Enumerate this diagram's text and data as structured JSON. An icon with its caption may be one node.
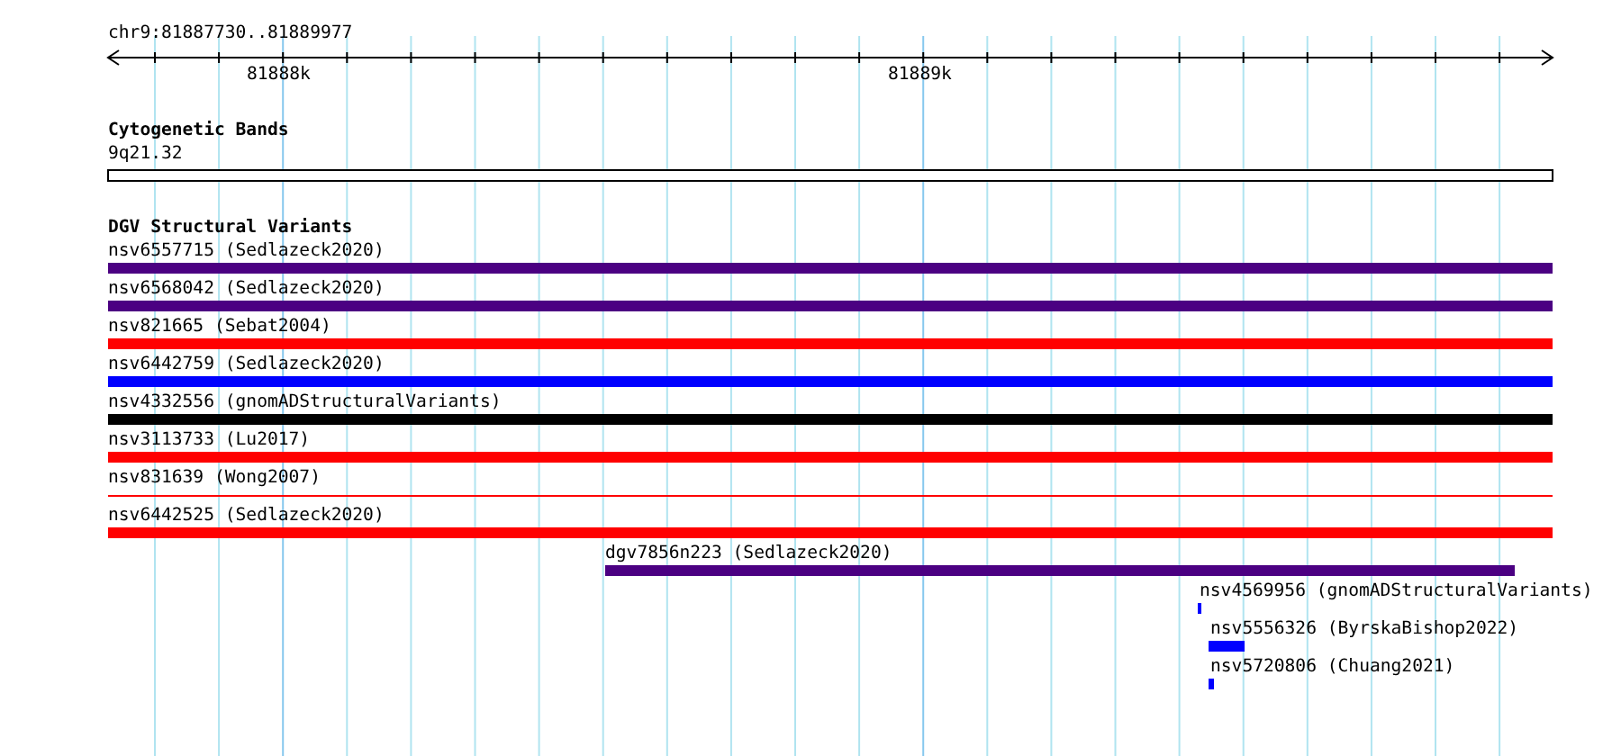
{
  "diagram": {
    "nodes": [
      {
        "text": [
          "nsv6557715 (Sedlazeck2020)"
        ]
      },
      {
        "text": [
          "nsv6568042 (Sedlazeck2020)"
        ]
      },
      {
        "text": [
          "nsv821665 (Sebat2004)"
        ]
      },
      {
        "text": [
          "nsv6442759 (Sedlazeck2020)"
        ]
      },
      {
        "text": [
          "nsv4332556 (gnomADStructuralVariants)"
        ]
      },
      {
        "text": [
          "nsv3113733 (Lu2017)"
        ]
      },
      {
        "text": [
          "nsv831639 (Wong2007)"
        ]
      },
      {
        "text": [
          "nsv6442525 (Sedlazeck2020)"
        ]
      },
      {
        "text": [
          "dgv7856n223 (Sedlazeck2020)"
        ]
      },
      {
        "text": [
          "nsv4569956 (gnomADStructuralVariants)"
        ]
      },
      {
        "text": [
          "nsv5556326 (ByrskaBishop2022)"
        ]
      },
      {
        "text": [
          "nsv5720806 (Chuang2021)"
        ]
      }
    ],
    "labels": [
      "chr9:81887730..81889977",
      "81888k",
      "81889k",
      "Cytogenetic Bands",
      "9q21.32",
      "DGV Structural Variants"
    ]
  }
}
